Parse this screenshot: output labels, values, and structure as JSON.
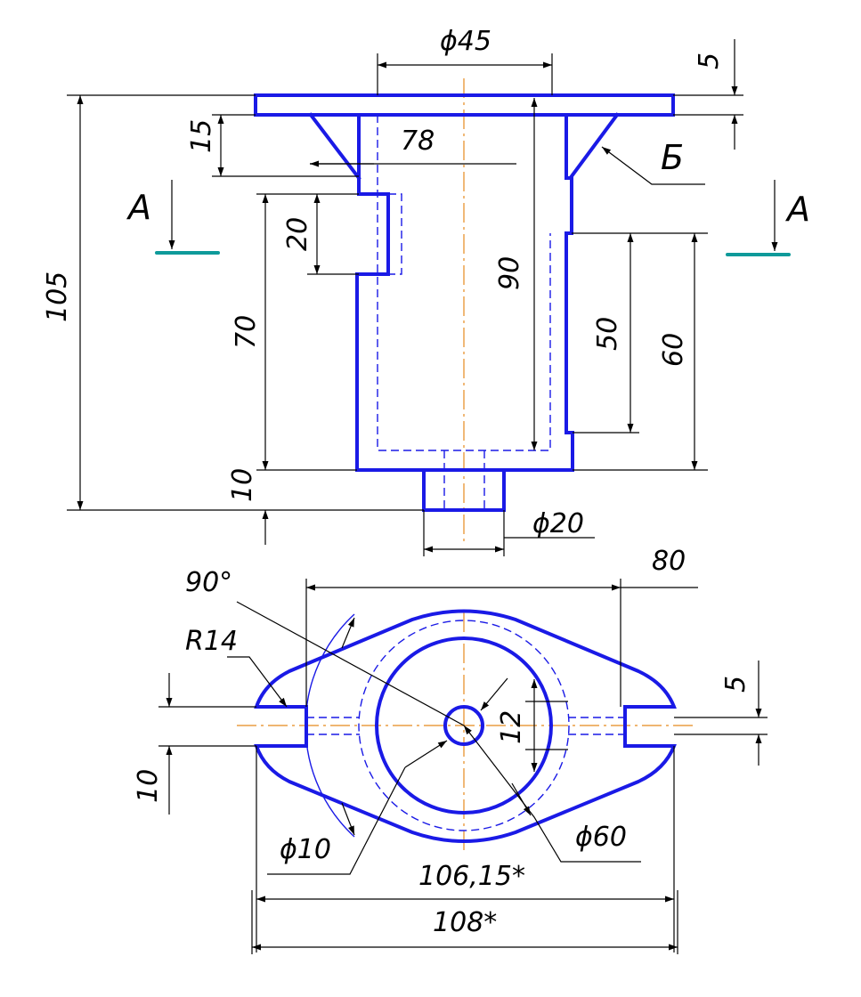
{
  "front_view": {
    "dim_phi45": "ϕ45",
    "dim_5_top": "5",
    "dim_15": "15",
    "dim_78": "78",
    "dim_20": "20",
    "dim_90": "90",
    "dim_70": "70",
    "dim_50": "50",
    "dim_60": "60",
    "dim_105": "105",
    "dim_10": "10",
    "dim_phi20": "ϕ20",
    "section_left": "А",
    "section_right": "А",
    "view_mark": "Б"
  },
  "top_view": {
    "dim_90deg": "90°",
    "dim_80": "80",
    "dim_R14": "R14",
    "dim_5": "5",
    "dim_12": "12",
    "dim_10": "10",
    "dim_phi10": "ϕ10",
    "dim_phi60": "ϕ60",
    "dim_106": "106,15*",
    "dim_108": "108*"
  },
  "colors": {
    "object_line": "#1a1ae6",
    "center_line": "#e58a1f",
    "section_line": "#0e9a9a",
    "dimension_line": "#000000"
  }
}
